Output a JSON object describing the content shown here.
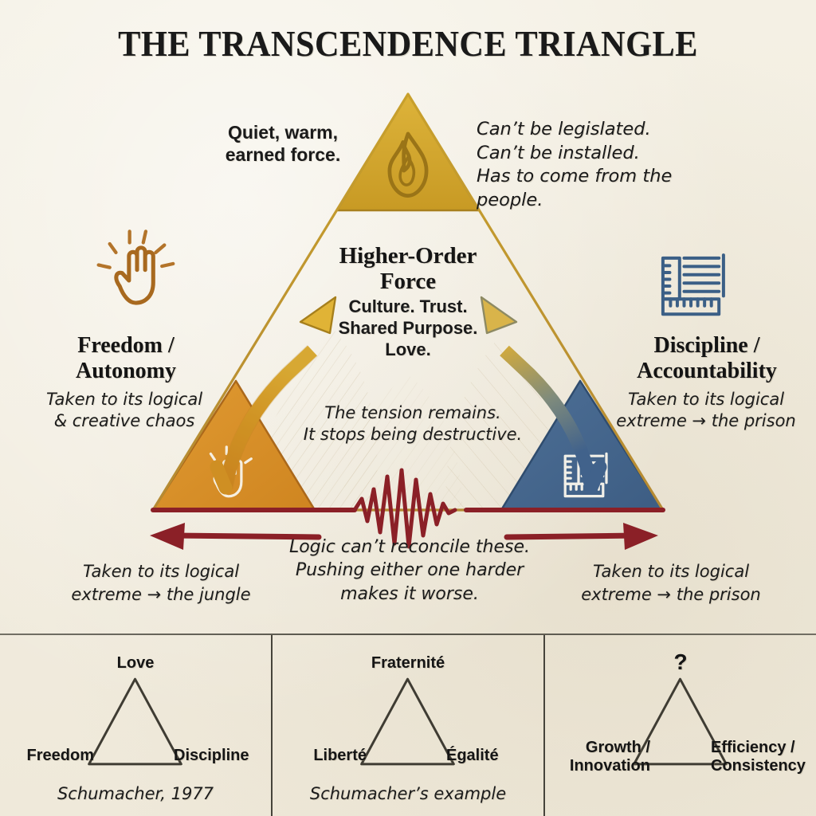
{
  "title": "THE TRANSCENDENCE TRIANGLE",
  "colors": {
    "background": "#f2eee1",
    "apex_gold": "#d4a72c",
    "left_orange": "#d88f27",
    "right_blue": "#45678f",
    "tension_red": "#8b2027",
    "ink": "#1a1a1a"
  },
  "triangle": {
    "apex": {
      "icon": "flame-icon",
      "left_note": "Quiet, warm,\nearned force.",
      "right_note": "Can’t be legislated.\nCan’t be installed.\nHas to come from the people."
    },
    "center": {
      "heading": "Higher-Order\nForce",
      "subheading": "Culture. Trust.\nShared Purpose.\nLove.",
      "tension_note": "The tension remains.\nIt stops being destructive."
    },
    "left_vertex": {
      "icon": "open-hand-icon",
      "title": "Freedom /\nAutonomy",
      "subtitle": "Taken to its logical\n& creative chaos",
      "bottom_note": "Taken to its logical\nextreme → the jungle"
    },
    "right_vertex": {
      "icon": "ruler-document-icon",
      "title": "Discipline /\nAccountability",
      "subtitle": "Taken to its logical\nextreme → the prison",
      "bottom_note": "Taken to its logical\nextreme → the prison"
    },
    "baseline": {
      "icon": "lightning-zigzag-icon",
      "note": "Logic can’t reconcile these.\nPushing either one harder\nmakes it worse."
    }
  },
  "panels": [
    {
      "apex": "Love",
      "left": "Freedom",
      "right": "Discipline",
      "caption": "Schumacher, 1977"
    },
    {
      "apex": "Fraternité",
      "left": "Liberté",
      "right": "Égalité",
      "caption": "Schumacher’s example"
    },
    {
      "apex": "?",
      "left": "Growth /\nInnovation",
      "right": "Efficiency /\nConsistency",
      "caption": ""
    }
  ]
}
